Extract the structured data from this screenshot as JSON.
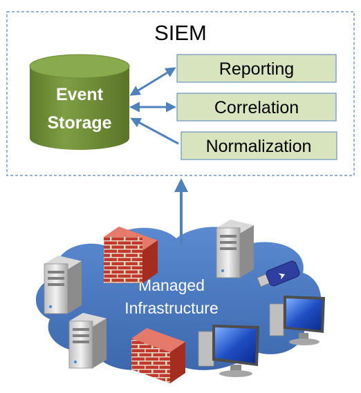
{
  "siem": {
    "title": "SIEM",
    "storage": {
      "line1": "Event",
      "line2": "Storage"
    },
    "modules": [
      "Reporting",
      "Correlation",
      "Normalization"
    ]
  },
  "infrastructure": {
    "line1": "Managed",
    "line2": "Infrastructure"
  },
  "icons": [
    "database-icon",
    "firewall-icon",
    "server-icon",
    "usb-drive-icon",
    "desktop-computer-icon"
  ],
  "colors": {
    "storage_green": "#77933c",
    "module_fill": "#d7e4bd",
    "module_border": "#4f81bd",
    "arrow_blue": "#4f81bd",
    "cloud_blue": "#4a78bd",
    "dashed_border": "#4f81bd"
  }
}
